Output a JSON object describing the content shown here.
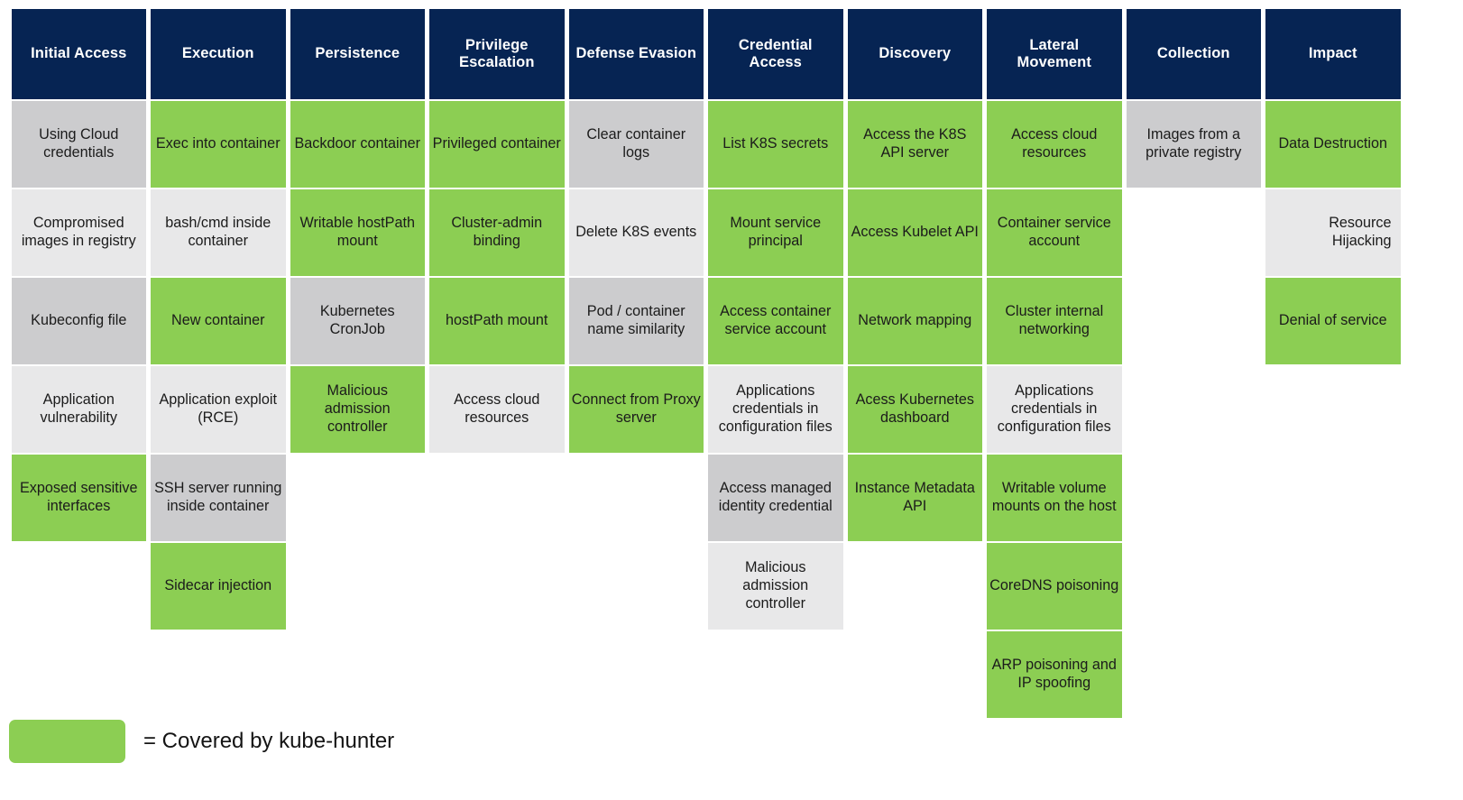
{
  "legend": {
    "label": "= Covered by kube-hunter",
    "swatch_color": "#8CCE53"
  },
  "colors": {
    "header_navy": "#062453",
    "covered_green": "#8CCE53",
    "uncovered_gray_dark": "#CCCCCE",
    "uncovered_gray_light": "#E8E8E9",
    "text": "#1b1b1b",
    "header_text": "#ffffff",
    "background": "#ffffff"
  },
  "matrix": {
    "columns": [
      {
        "header": "Initial Access",
        "cells": [
          {
            "label": "Using Cloud credentials",
            "covered": false
          },
          {
            "label": "Compromised images in registry",
            "covered": false
          },
          {
            "label": "Kubeconfig file",
            "covered": false
          },
          {
            "label": "Application vulnerability",
            "covered": false
          },
          {
            "label": "Exposed sensitive interfaces",
            "covered": true
          }
        ]
      },
      {
        "header": "Execution",
        "cells": [
          {
            "label": "Exec into container",
            "covered": true
          },
          {
            "label": "bash/cmd inside container",
            "covered": false
          },
          {
            "label": "New container",
            "covered": true
          },
          {
            "label": "Application exploit (RCE)",
            "covered": false
          },
          {
            "label": "SSH server running inside container",
            "covered": false
          },
          {
            "label": "Sidecar injection",
            "covered": true
          }
        ]
      },
      {
        "header": "Persistence",
        "cells": [
          {
            "label": "Backdoor container",
            "covered": true
          },
          {
            "label": "Writable hostPath mount",
            "covered": true
          },
          {
            "label": "Kubernetes CronJob",
            "covered": false
          },
          {
            "label": "Malicious admission controller",
            "covered": true
          }
        ]
      },
      {
        "header": "Privilege Escalation",
        "cells": [
          {
            "label": "Privileged container",
            "covered": true
          },
          {
            "label": "Cluster-admin binding",
            "covered": true
          },
          {
            "label": "hostPath mount",
            "covered": true
          },
          {
            "label": "Access cloud resources",
            "covered": false
          }
        ]
      },
      {
        "header": "Defense Evasion",
        "cells": [
          {
            "label": "Clear container logs",
            "covered": false
          },
          {
            "label": "Delete K8S events",
            "covered": false
          },
          {
            "label": "Pod / container name similarity",
            "covered": false
          },
          {
            "label": "Connect from Proxy server",
            "covered": true
          }
        ]
      },
      {
        "header": "Credential Access",
        "cells": [
          {
            "label": "List K8S secrets",
            "covered": true
          },
          {
            "label": "Mount service principal",
            "covered": true
          },
          {
            "label": "Access container service account",
            "covered": true
          },
          {
            "label": "Applications credentials in configuration files",
            "covered": false
          },
          {
            "label": "Access managed identity credential",
            "covered": false
          },
          {
            "label": "Malicious admission controller",
            "covered": false
          }
        ]
      },
      {
        "header": "Discovery",
        "cells": [
          {
            "label": "Access the K8S API server",
            "covered": true
          },
          {
            "label": "Access Kubelet API",
            "covered": true
          },
          {
            "label": "Network mapping",
            "covered": true
          },
          {
            "label": "Acess Kubernetes dashboard",
            "covered": true
          },
          {
            "label": "Instance Metadata API",
            "covered": true
          }
        ]
      },
      {
        "header": "Lateral Movement",
        "cells": [
          {
            "label": "Access cloud resources",
            "covered": true
          },
          {
            "label": "Container service account",
            "covered": true
          },
          {
            "label": "Cluster internal networking",
            "covered": true
          },
          {
            "label": "Applications credentials in configuration files",
            "covered": false
          },
          {
            "label": "Writable volume mounts on the host",
            "covered": true
          },
          {
            "label": "CoreDNS poisoning",
            "covered": true
          },
          {
            "label": "ARP poisoning and IP spoofing",
            "covered": true
          }
        ]
      },
      {
        "header": "Collection",
        "cells": [
          {
            "label": "Images from a private registry",
            "covered": false
          }
        ]
      },
      {
        "header": "Impact",
        "cells": [
          {
            "label": "Data Destruction",
            "covered": true
          },
          {
            "label": "Resource Hijacking",
            "covered": false,
            "align": "right"
          },
          {
            "label": "Denial of service",
            "covered": true
          }
        ]
      }
    ]
  }
}
